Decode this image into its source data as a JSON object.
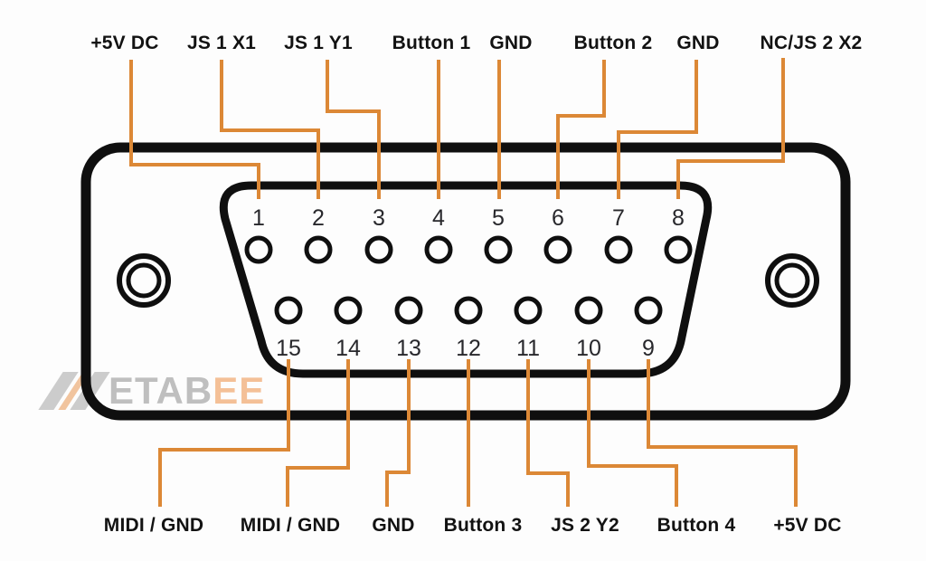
{
  "labels": {
    "top": [
      "+5V DC",
      "JS 1 X1",
      "JS 1 Y1",
      "Button 1",
      "GND",
      "Button 2",
      "GND",
      "NC/JS 2 X2"
    ],
    "bottom": [
      "MIDI / GND",
      "MIDI / GND",
      "GND",
      "Button 3",
      "JS 2 Y2",
      "Button 4",
      "+5V DC"
    ]
  },
  "pins": {
    "top_numbers": [
      "1",
      "2",
      "3",
      "4",
      "5",
      "6",
      "7",
      "8"
    ],
    "bottom_numbers": [
      "15",
      "14",
      "13",
      "12",
      "11",
      "10",
      "9"
    ]
  },
  "connections": {
    "top_row": [
      {
        "pin": "1",
        "signal": "+5V DC"
      },
      {
        "pin": "2",
        "signal": "JS 1 X1"
      },
      {
        "pin": "3",
        "signal": "JS 1 Y1"
      },
      {
        "pin": "4",
        "signal": "Button 1"
      },
      {
        "pin": "5",
        "signal": "GND"
      },
      {
        "pin": "6",
        "signal": "Button 2"
      },
      {
        "pin": "7",
        "signal": "GND"
      },
      {
        "pin": "8",
        "signal": "NC/JS 2 X2"
      }
    ],
    "bottom_row": [
      {
        "pin": "15",
        "signal": "MIDI / GND"
      },
      {
        "pin": "14",
        "signal": "MIDI / GND"
      },
      {
        "pin": "13",
        "signal": "GND"
      },
      {
        "pin": "12",
        "signal": "Button 3"
      },
      {
        "pin": "11",
        "signal": "JS 2 Y2"
      },
      {
        "pin": "10",
        "signal": "Button 4"
      },
      {
        "pin": "9",
        "signal": "+5V DC"
      }
    ]
  },
  "watermark": {
    "gray_text": "ETAB",
    "orange_text": "EE"
  },
  "colors": {
    "leader_line": "#DC8836",
    "label_text": "#121212",
    "pin_number_text": "#28282C",
    "connector_outline": "#0F0F0F",
    "watermark_gray": "#969696",
    "watermark_orange": "#EE9854",
    "background": "#FDFDFD"
  }
}
